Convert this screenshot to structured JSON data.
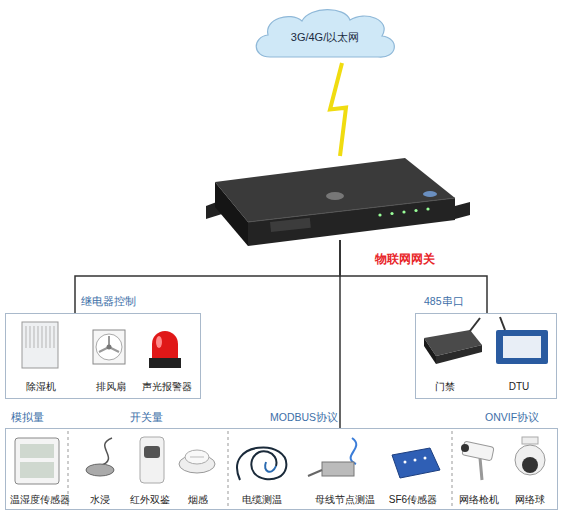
{
  "diagram": {
    "nodes": [
      {
        "text": [
          "3G/4G/以太网"
        ]
      },
      {
        "text": [
          "物联网网关"
        ]
      },
      {
        "text": [
          "继电器控制"
        ]
      },
      {
        "text": [
          "除湿机"
        ],
        "in": 2
      },
      {
        "text": [
          "排风扇"
        ],
        "in": 2
      },
      {
        "text": [
          "声光报警器"
        ],
        "in": 2
      },
      {
        "text": [
          "485串口"
        ]
      },
      {
        "text": [
          "门禁"
        ],
        "in": 6
      },
      {
        "text": [
          "DTU"
        ],
        "in": 6
      },
      {
        "text": [
          "模拟量"
        ]
      },
      {
        "text": [
          "开关量"
        ]
      },
      {
        "text": [
          "MODBUS协议"
        ]
      },
      {
        "text": [
          "ONVIF协议"
        ]
      },
      {
        "text": [
          "温湿度传感器"
        ],
        "in": 9
      },
      {
        "text": [
          "水浸"
        ],
        "in": 10
      },
      {
        "text": [
          "红外双鉴"
        ],
        "in": 10
      },
      {
        "text": [
          "烟感"
        ],
        "in": 10
      },
      {
        "text": [
          "电缆测温"
        ],
        "in": 11
      },
      {
        "text": [
          "母线节点测温"
        ],
        "in": 11
      },
      {
        "text": [
          "SF6传感器"
        ],
        "in": 11
      },
      {
        "text": [
          "网络枪机"
        ],
        "in": 12
      },
      {
        "text": [
          "网络球"
        ],
        "in": 12
      }
    ],
    "edges": [
      {
        "from": 0,
        "to": 1,
        "arrow": "none"
      },
      {
        "from": 1,
        "to": 2,
        "arrow": "none"
      },
      {
        "from": 1,
        "to": 6,
        "arrow": "none"
      },
      {
        "from": 1,
        "to": 11,
        "arrow": "none"
      }
    ]
  }
}
